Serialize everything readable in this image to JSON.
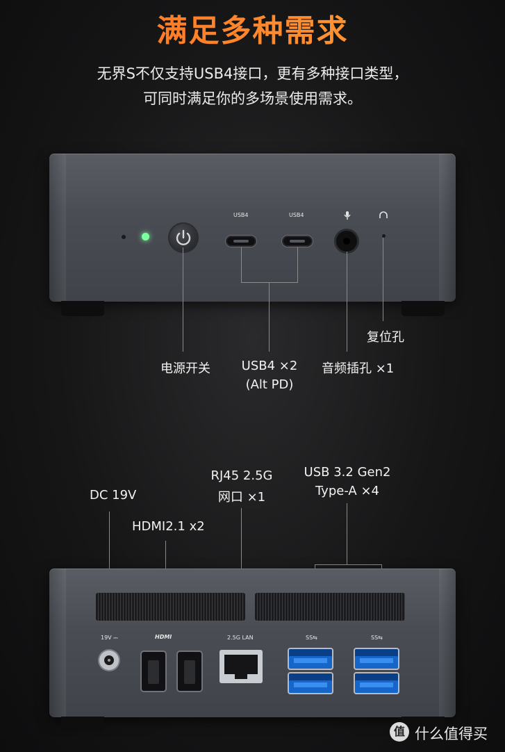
{
  "title": "满足多种需求",
  "subtitle": {
    "line1": "无界S不仅支持USB4接口，更有多种接口类型，",
    "line2": "可同时满足你的多场景使用需求。"
  },
  "front_panel": {
    "port_labels": [
      "USB4",
      "USB4"
    ],
    "callouts": {
      "power": "电源开关",
      "usb4_line1": "USB4 ×2",
      "usb4_line2": "(Alt PD)",
      "audio": "音频插孔 ×1",
      "reset": "复位孔"
    }
  },
  "rear_panel": {
    "silk": {
      "dc": "19V ⎓",
      "hdmi": "HDMI",
      "lan": "2.5G LAN",
      "ss1": "SS⇆",
      "ss2": "SS⇆"
    },
    "callouts": {
      "dc": "DC 19V",
      "hdmi": "HDMI2.1 x2",
      "rj45_line1": "RJ45 2.5G",
      "rj45_line2": "网口 ×1",
      "usb_line1": "USB 3.2 Gen2",
      "usb_line2": "Type-A ×4"
    }
  },
  "watermark": {
    "icon": "值",
    "text": "什么值得买"
  },
  "colors": {
    "title_start": "#ff6a1f",
    "title_end": "#ffa53a",
    "power_led": "#7dffa0",
    "usb_blue": "#1665c9"
  }
}
